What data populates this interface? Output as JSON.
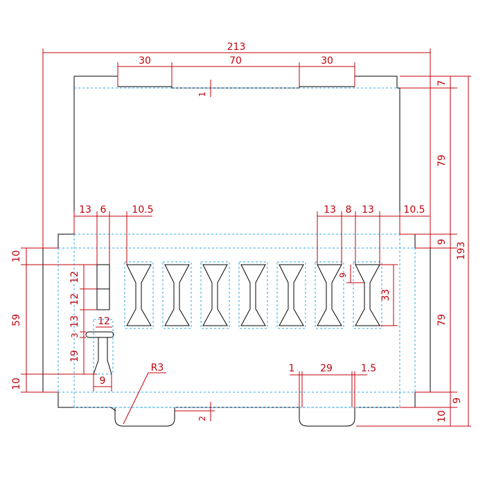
{
  "colors": {
    "background": "#ffffff",
    "cut_line": "#000000",
    "fold_line": "#2aa7e0",
    "dimension": "#c0000a"
  },
  "dimensions": {
    "overall_width": "213",
    "overall_height": "193",
    "top_notch_left": "30",
    "top_notch_middle": "70",
    "top_notch_right": "30",
    "top_flap_height": "7",
    "top_notch_depth": "1",
    "upper_panel_height": "79",
    "gusset_right": "9",
    "lower_panel_height": "79",
    "bottom_gusset_right": "9",
    "bottom_flap_right": "10",
    "left_tab_top": "10",
    "left_tab_mid": "59",
    "left_tab_bottom": "10",
    "slot_upper_1": "12",
    "slot_upper_2": "12",
    "slot_upper_3": "13",
    "slot_small": "3",
    "slot_lower": "19",
    "hook_width": "12",
    "hook_base": "9",
    "left_flap_width": "13",
    "left_gap": "6",
    "left_offset": "10.5",
    "right_window_a": "13",
    "right_window_gap": "8",
    "right_window_b": "13",
    "right_offset": "10.5",
    "window_height": "33",
    "window_v_depth": "9",
    "corner_radius": "R3",
    "bottom_left_small": "1",
    "bottom_tab_width": "29",
    "bottom_right_small": "1.5",
    "bottom_notch_depth": "2"
  }
}
